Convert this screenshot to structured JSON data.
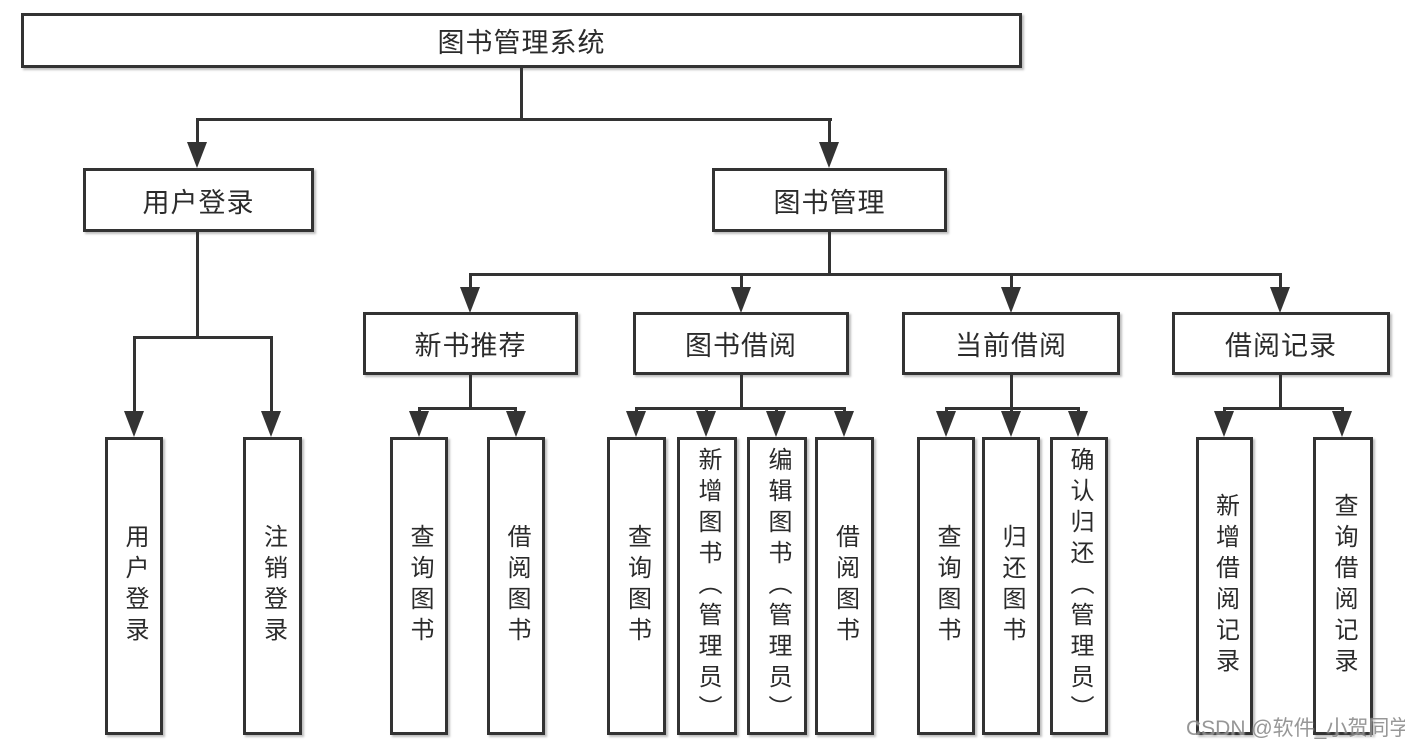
{
  "diagram": {
    "root": "图书管理系统",
    "level1": [
      "用户登录",
      "图书管理"
    ],
    "level2": [
      "新书推荐",
      "图书借阅",
      "当前借阅",
      "借阅记录"
    ],
    "leaves": {
      "login": [
        "用户登录",
        "注销登录"
      ],
      "recommend": [
        "查询图书",
        "借阅图书"
      ],
      "borrow": [
        "查询图书",
        "新增图书（管理员）",
        "编辑图书（管理员）",
        "借阅图书"
      ],
      "current": [
        "查询图书",
        "归还图书",
        "确认归还（管理员）"
      ],
      "records": [
        "新增借阅记录",
        "查询借阅记录"
      ]
    }
  },
  "watermark": "CSDN @软件_小贺同学",
  "colors": {
    "line": "#333333",
    "box_fill": "#ffffff",
    "text": "#2b2b2b",
    "watermark": "#808080"
  }
}
